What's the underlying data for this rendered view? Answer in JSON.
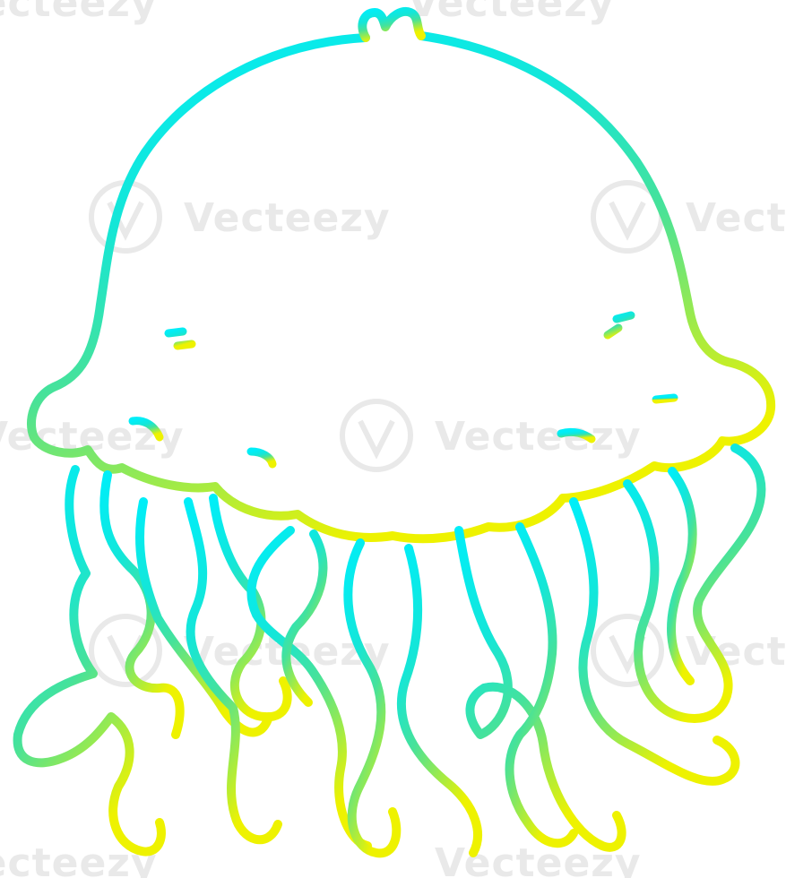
{
  "image": {
    "subject": "jellyfish",
    "style": "cartoon line drawing",
    "colors": {
      "background": "#ffffff",
      "gradient_top": "#00eef8",
      "gradient_mid": "#2ee0a0",
      "gradient_bottom": "#eef200",
      "watermark": "#e9e9e9"
    }
  },
  "watermark": {
    "text": "Vecteezy"
  }
}
